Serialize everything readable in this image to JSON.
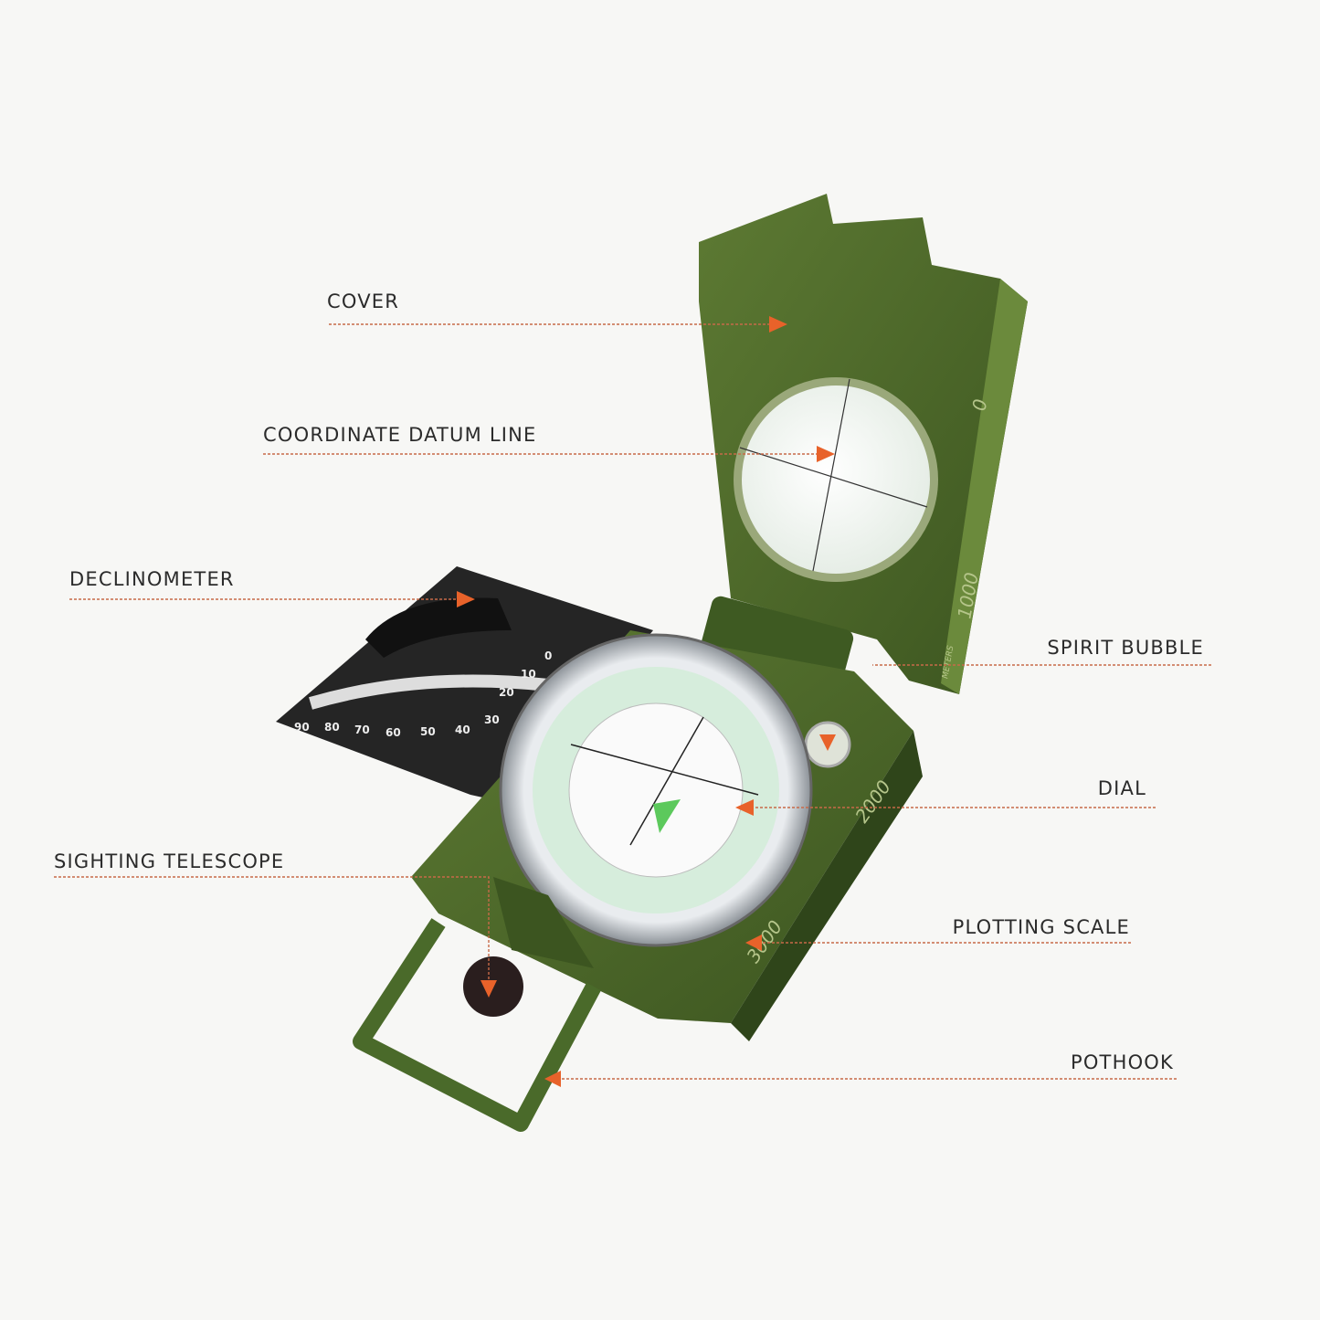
{
  "labels": {
    "cover": "COVER",
    "coordinate_datum_line": "COORDINATE DATUM LINE",
    "declinometer": "DECLINOMETER",
    "sighting_telescope": "SIGHTING TELESCOPE",
    "spirit_bubble": "SPIRIT BUBBLE",
    "dial": "DIAL",
    "plotting_scale": "PLOTTING SCALE",
    "pothook": "POTHOOK"
  },
  "scale_marks": {
    "zero": "0",
    "one_thousand": "1000",
    "two_thousand": "2000",
    "three_thousand": "3000",
    "units": "METERS"
  },
  "declinometer_marks": [
    "90",
    "80",
    "70",
    "60",
    "50",
    "40",
    "30",
    "20",
    "10",
    "0"
  ],
  "colors": {
    "accent": "#e8622a",
    "body": "#4a6a2a",
    "text": "#2b2b2b"
  }
}
